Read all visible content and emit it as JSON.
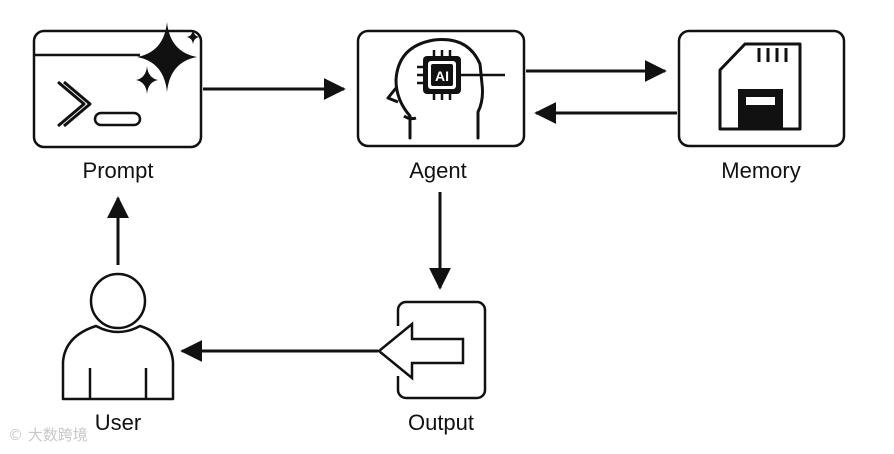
{
  "nodes": {
    "prompt": {
      "label": "Prompt"
    },
    "agent": {
      "label": "Agent",
      "chip_text": "AI"
    },
    "memory": {
      "label": "Memory"
    },
    "output": {
      "label": "Output"
    },
    "user": {
      "label": "User"
    }
  },
  "edges": [
    {
      "from": "prompt",
      "to": "agent"
    },
    {
      "from": "agent",
      "to": "memory"
    },
    {
      "from": "memory",
      "to": "agent"
    },
    {
      "from": "agent",
      "to": "output"
    },
    {
      "from": "output",
      "to": "user"
    },
    {
      "from": "user",
      "to": "prompt"
    }
  ],
  "colors": {
    "stroke": "#111111",
    "background": "#ffffff"
  },
  "watermark": "大数跨境"
}
